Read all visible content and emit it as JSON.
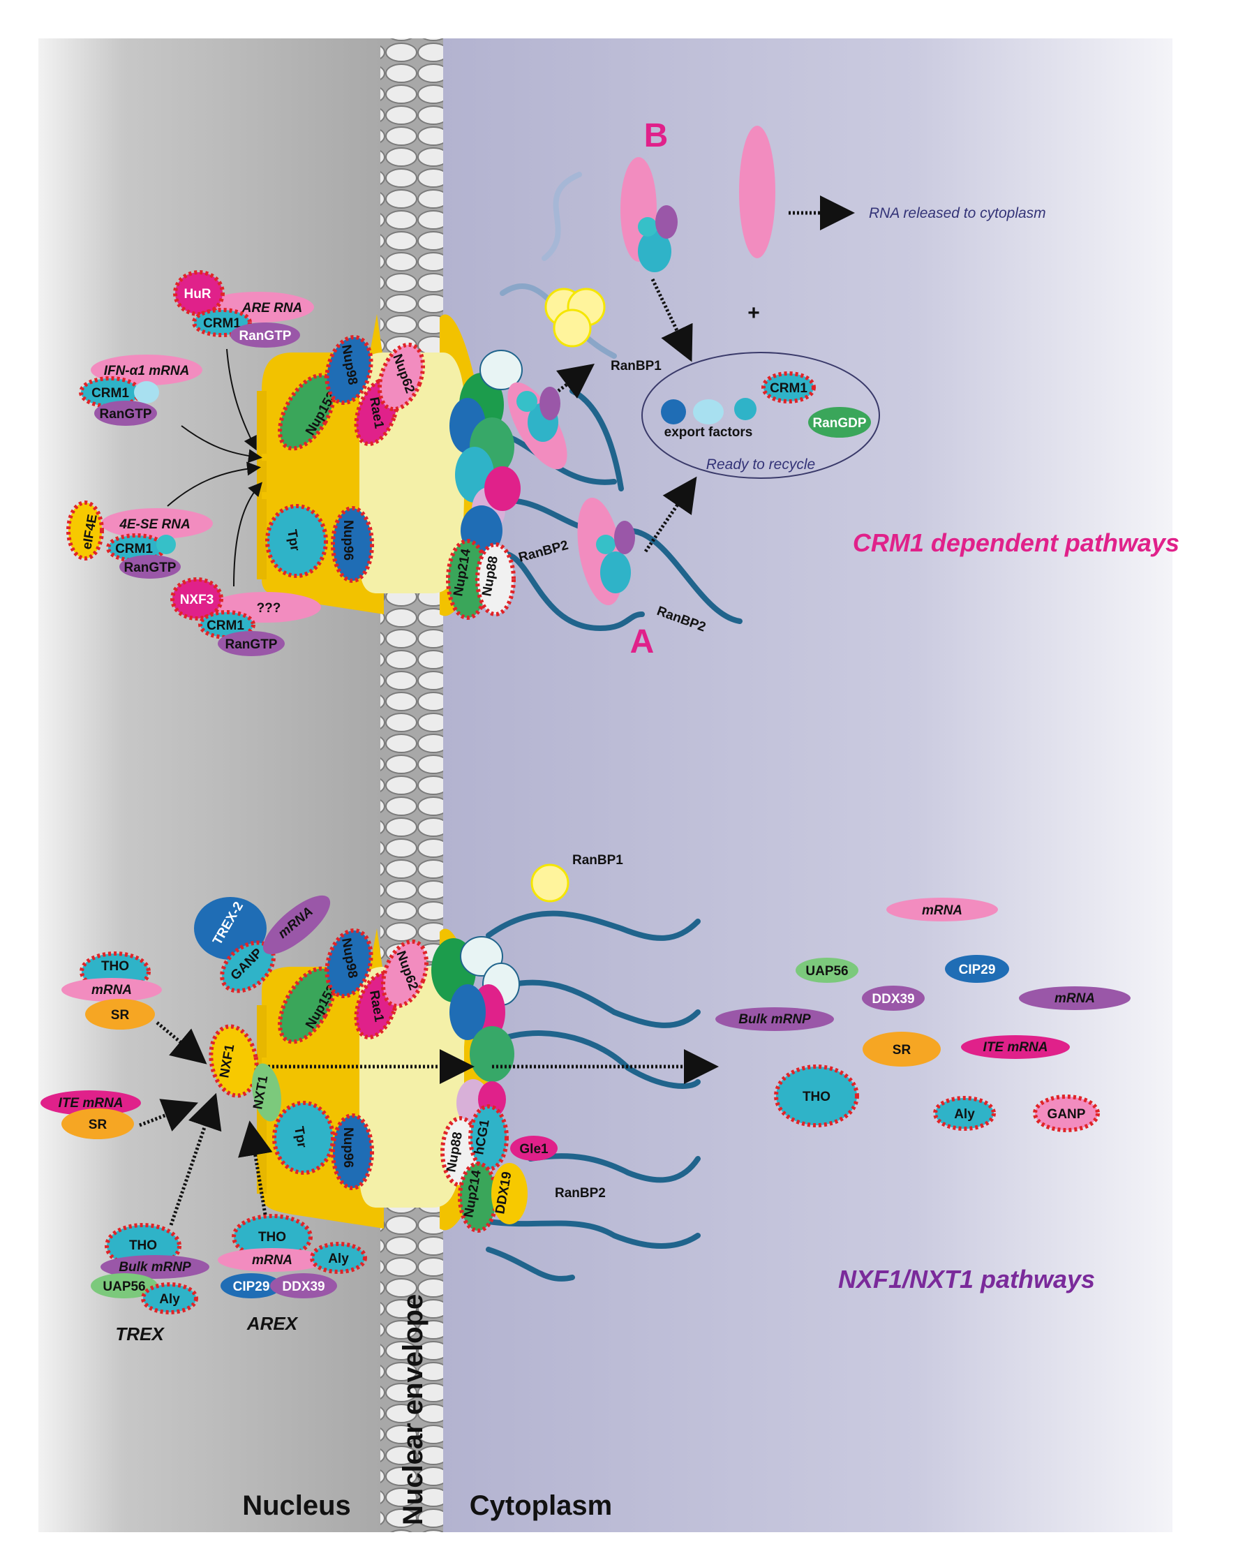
{
  "regions": {
    "nucleus": "Nucleus",
    "envelope": "Nuclear envelope",
    "cytoplasm": "Cytoplasm"
  },
  "pathways": {
    "crm1": "CRM1 dependent pathways",
    "nxf1": "NXF1/NXT1 pathways"
  },
  "top": {
    "B": "B",
    "A": "A",
    "plus": "+",
    "released": "RNA released to cytoplasm",
    "ranbp1": "RanBP1",
    "ranbp2_a": "RanBP2",
    "ranbp2_b": "RanBP2",
    "export_factors": "export factors",
    "ready": "Ready to recycle",
    "crm1": "CRM1",
    "rangdp": "RanGDP",
    "hur": "HuR",
    "are_rna": "ARE RNA",
    "hur_crm1": "CRM1",
    "hur_rangtp": "RanGTP",
    "ifn": "IFN-α1 mRNA",
    "ifn_crm1": "CRM1",
    "ifn_rangtp": "RanGTP",
    "eif4e": "eIF4E",
    "se_rna": "4E-SE RNA",
    "eif_crm1": "CRM1",
    "eif_rangtp": "RanGTP",
    "nxf3": "NXF3",
    "qqq": "???",
    "nxf3_crm1": "CRM1",
    "nxf3_rangtp": "RanGTP",
    "nup153": "Nup153",
    "nup98": "Nup98",
    "rae1": "Rae1",
    "nup62": "Nup62",
    "tpr": "Tpr",
    "nup96": "Nup96",
    "nup214": "Nup214",
    "nup88": "Nup88"
  },
  "bottom": {
    "ranbp1": "RanBP1",
    "ranbp2": "RanBP2",
    "trex2": "TREX-2",
    "ganp": "GANP",
    "mrna": "mRNA",
    "tho": "THO",
    "mrna2": "mRNA",
    "sr": "SR",
    "ite": "ITE mRNA",
    "sr2": "SR",
    "nxf1": "NXF1",
    "nxt1": "NXT1",
    "nup153": "Nup153",
    "nup98": "Nup98",
    "rae1": "Rae1",
    "nup62": "Nup62",
    "tpr": "Tpr",
    "nup96": "Nup96",
    "nup88": "Nup88",
    "hcg1": "hCG1",
    "nup214": "Nup214",
    "gle1": "Gle1",
    "ddx19": "DDX19",
    "trex": "TREX",
    "arex": "AREX",
    "t_tho": "THO",
    "t_bulk": "Bulk mRNP",
    "t_uap56": "UAP56",
    "t_aly": "Aly",
    "a_tho": "THO",
    "a_mrna": "mRNA",
    "a_aly": "Aly",
    "a_cip29": "CIP29",
    "a_ddx39": "DDX39",
    "c_mrna1": "mRNA",
    "c_uap56": "UAP56",
    "c_cip29": "CIP29",
    "c_ddx39": "DDX39",
    "c_mrna2": "mRNA",
    "c_bulk": "Bulk mRNP",
    "c_sr": "SR",
    "c_ite": "ITE mRNA",
    "c_tho": "THO",
    "c_aly": "Aly",
    "c_ganp": "GANP"
  },
  "colors": {
    "nucleus": "#b8b8b8",
    "cytoplasm": "#bcbcd6",
    "pink": "#f28cbf",
    "magenta": "#e0218a",
    "cyan": "#2fb3c8",
    "blue": "#1f6db5",
    "purple": "#9a57a8",
    "green": "#3aa65a",
    "yellow": "#f7c900",
    "orange": "#f6a623",
    "fiber": "#20648c",
    "dash": "#e02428"
  }
}
